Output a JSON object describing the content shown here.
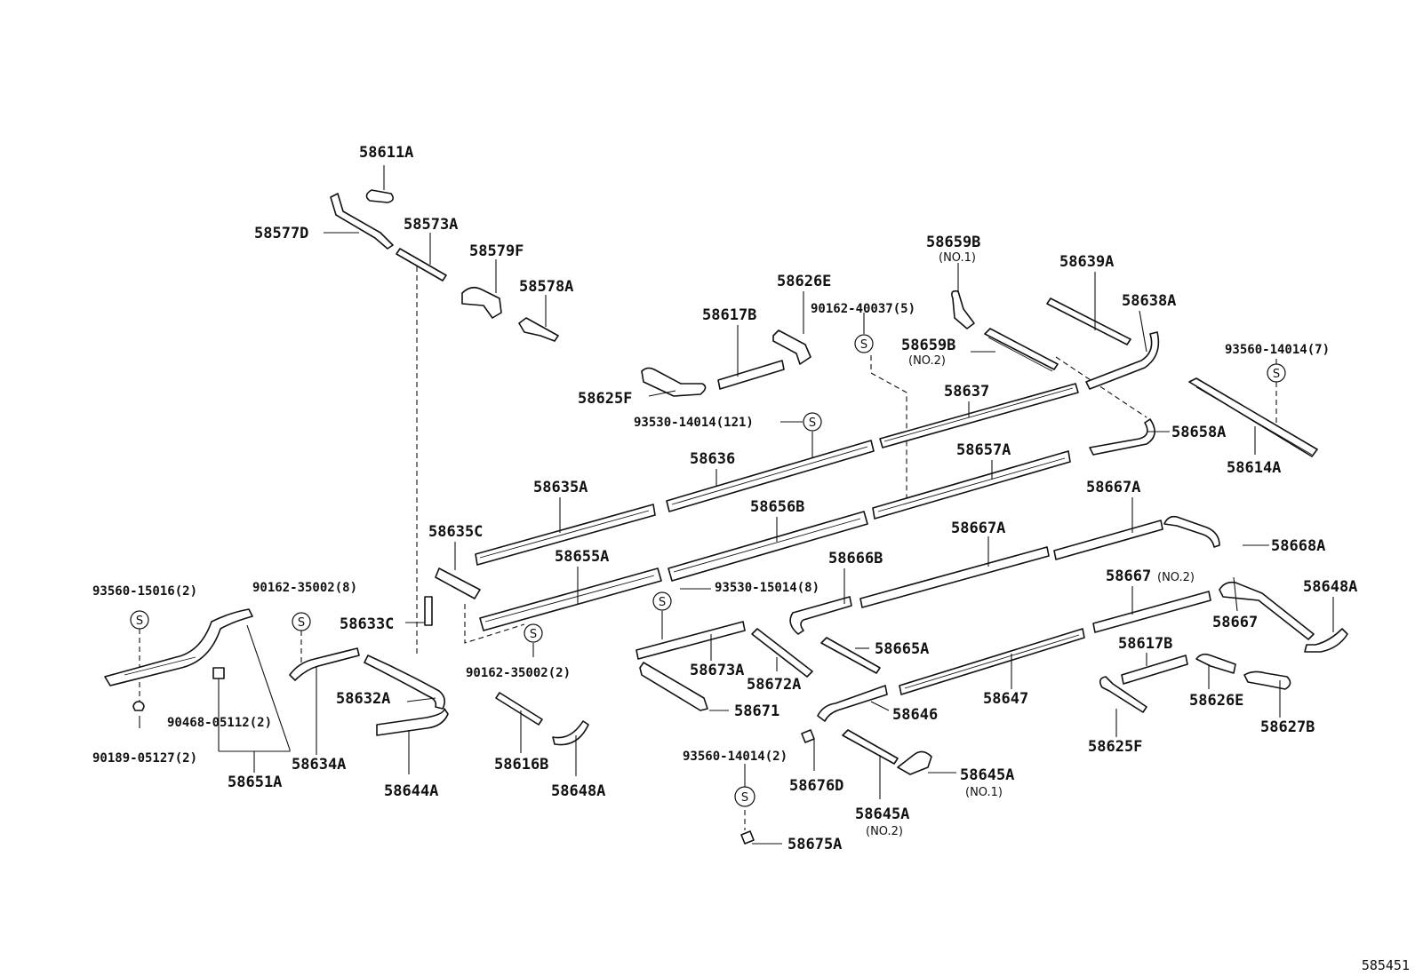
{
  "reference": "585451",
  "symbol": "S",
  "labels": {
    "p58611A": "58611A",
    "p58577D": "58577D",
    "p58573A": "58573A",
    "p58579F": "58579F",
    "p58578A": "58578A",
    "p58626E_top": "58626E",
    "p58617B_top": "58617B",
    "p58625F_top": "58625F",
    "p90162_40037": "90162-40037(5)",
    "p93530_14014": "93530-14014(121)",
    "p58659B_1": "58659B",
    "p58659B_1_sub": "(NO.1)",
    "p58659B_2": "58659B",
    "p58659B_2_sub": "(NO.2)",
    "p58639A": "58639A",
    "p58638A": "58638A",
    "p93560_14014_7": "93560-14014(7)",
    "p58637": "58637",
    "p58636": "58636",
    "p58658A": "58658A",
    "p58614A": "58614A",
    "p58635A": "58635A",
    "p58657A": "58657A",
    "p58656B": "58656B",
    "p58667A_right": "58667A",
    "p58635C": "58635C",
    "p58667A_mid": "58667A",
    "p58668A": "58668A",
    "p58655A": "58655A",
    "p58666B": "58666B",
    "p58667_no2": "58667",
    "p58667_no2_sub": "(NO.2)",
    "p93560_15016": "93560-15016(2)",
    "p90162_35002_8": "90162-35002(8)",
    "p93530_15014": "93530-15014(8)",
    "p58648A_right": "58648A",
    "p58633C": "58633C",
    "p58667": "58667",
    "p58665A": "58665A",
    "p58617B_low": "58617B",
    "p58673A": "58673A",
    "p58672A": "58672A",
    "p90162_35002_2": "90162-35002(2)",
    "p58632A": "58632A",
    "p58626E_low": "58626E",
    "p90468_05112": "90468-05112(2)",
    "p58671": "58671",
    "p58646": "58646",
    "p58647": "58647",
    "p58627B": "58627B",
    "p90189_05127": "90189-05127(2)",
    "p58634A": "58634A",
    "p58616B": "58616B",
    "p58651A": "58651A",
    "p93560_14014_2": "93560-14014(2)",
    "p58645A_1": "58645A",
    "p58645A_1_sub": "(NO.1)",
    "p58625F_low": "58625F",
    "p58644A": "58644A",
    "p58648A_low": "58648A",
    "p58676D": "58676D",
    "p58645A_2": "58645A",
    "p58645A_2_sub": "(NO.2)",
    "p58675A": "58675A"
  }
}
